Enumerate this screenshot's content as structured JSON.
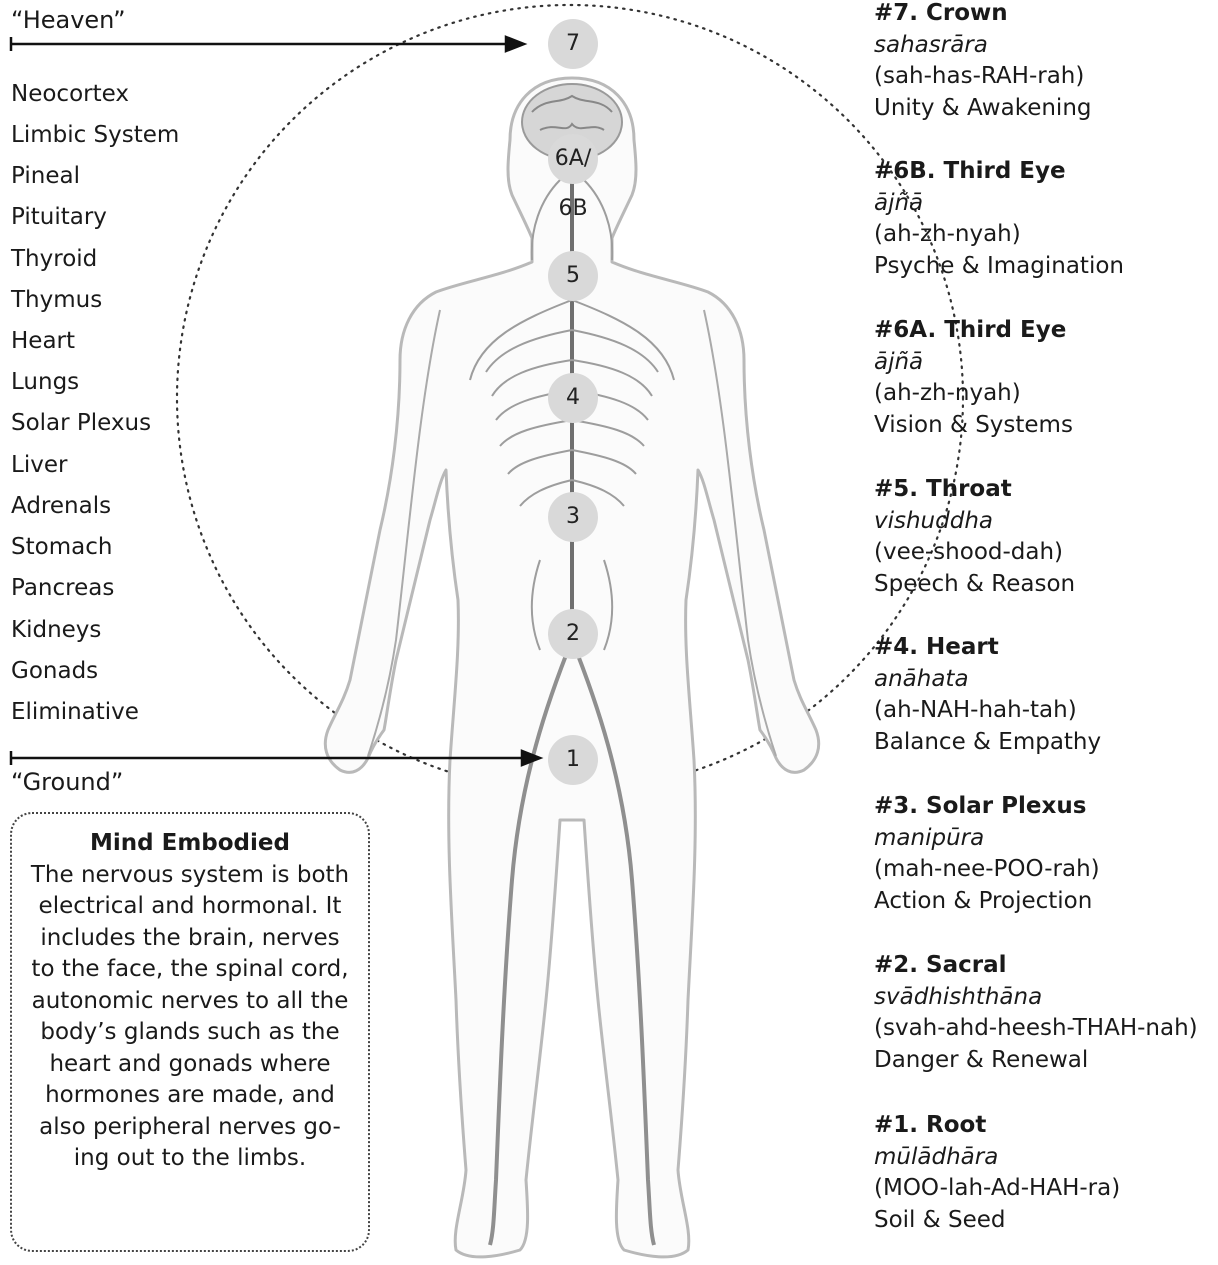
{
  "heaven_label": "“Heaven”",
  "ground_label": "“Ground”",
  "organs": [
    "Neocortex",
    "Limbic System",
    "Pineal",
    "Pituitary",
    "Thyroid",
    "Thymus",
    "Heart",
    "Lungs",
    "Solar Plexus",
    "Liver",
    "Adrenals",
    "Stomach",
    "Pancreas",
    "Kidneys",
    "Gonads",
    "Eliminative"
  ],
  "badges": [
    "7",
    "6A/ 6B",
    "5",
    "4",
    "3",
    "2",
    "1"
  ],
  "chakras": [
    {
      "title": "#7. Crown",
      "sanskrit": "sahasrāra",
      "pronunciation": "(sah-has-RAH-rah)",
      "quality": "Unity & Awakening"
    },
    {
      "title": "#6B. Third Eye",
      "sanskrit": "ājñā",
      "pronunciation": "(ah-zh-nyah)",
      "quality": "Psyche & Imagination"
    },
    {
      "title": "#6A. Third Eye",
      "sanskrit": "ājñā",
      "pronunciation": "(ah-zh-nyah)",
      "quality": "Vision & Systems"
    },
    {
      "title": "#5. Throat",
      "sanskrit": "vishuddha",
      "pronunciation": "(vee-shood-dah)",
      "quality": "Speech & Reason"
    },
    {
      "title": "#4. Heart",
      "sanskrit": "anāhata",
      "pronunciation": "(ah-NAH-hah-tah)",
      "quality": "Balance & Empathy"
    },
    {
      "title": "#3. Solar Plexus",
      "sanskrit": "manipūra",
      "pronunciation": "(mah-nee-POO-rah)",
      "quality": "Action & Projection"
    },
    {
      "title": "#2. Sacral",
      "sanskrit": "svādhishthāna",
      "pronunciation": "(svah-ahd-heesh-THAH-nah)",
      "quality": "Danger & Renewal"
    },
    {
      "title": "#1. Root",
      "sanskrit": "mūlādhāra",
      "pronunciation": "(MOO-lah-Ad-HAH-ra)",
      "quality": "Soil & Seed"
    }
  ],
  "mind_box": {
    "title": "Mind Embodied",
    "lines": [
      "The nervous system is both",
      "electrical and hormonal. It",
      "includes the brain, nerves",
      "to the face, the spinal cord,",
      "autonomic nerves to all the",
      "body’s glands such as the",
      "heart and gonads where",
      "hormones are made, and",
      "also peripheral nerves go-",
      "ing out to the limbs."
    ]
  }
}
